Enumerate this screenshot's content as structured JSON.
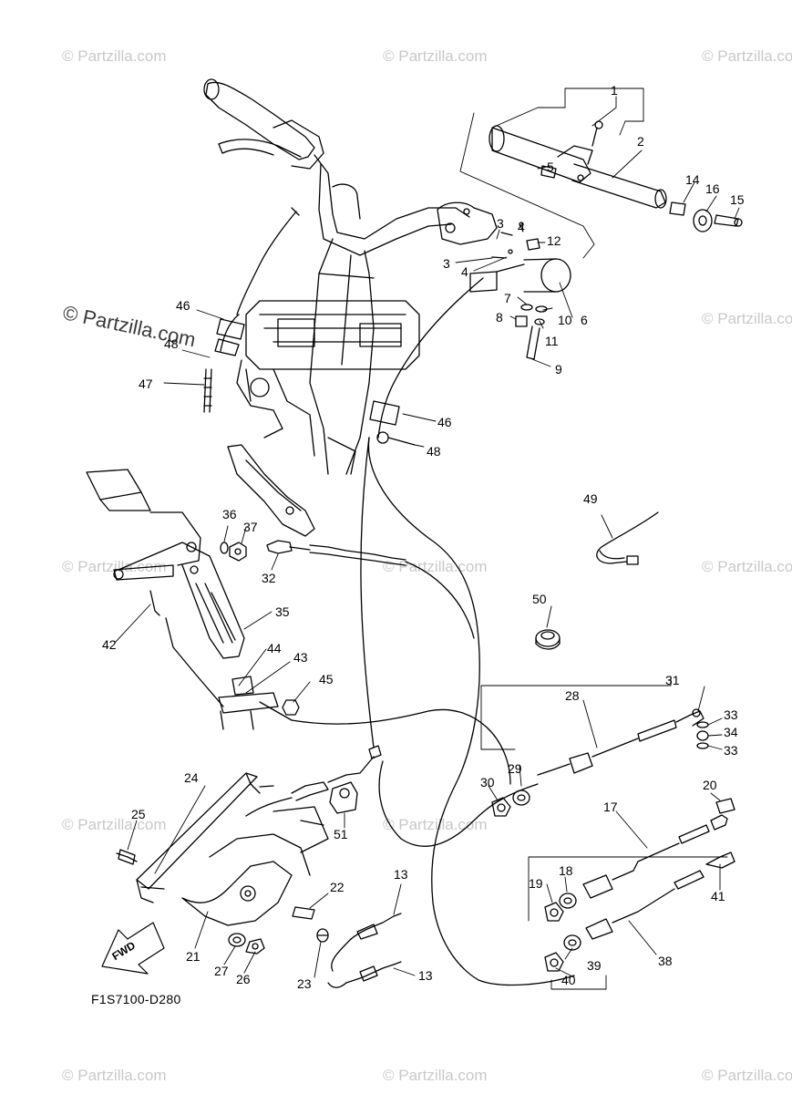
{
  "watermark": {
    "text": "© Partzilla.com",
    "prominent_text": "© Partzilla.com"
  },
  "diagram_code": "F1S7100-D280",
  "fwd_label": "FWD",
  "callouts": {
    "c1": "1",
    "c2": "2",
    "c3a": "3",
    "c3b": "3",
    "c4a": "4",
    "c4b": "4",
    "c5": "5",
    "c6": "6",
    "c7": "7",
    "c8": "8",
    "c9": "9",
    "c10": "10",
    "c11": "11",
    "c12": "12",
    "c13a": "13",
    "c13b": "13",
    "c14": "14",
    "c15": "15",
    "c16": "16",
    "c17": "17",
    "c18": "18",
    "c19": "19",
    "c20": "20",
    "c21": "21",
    "c22": "22",
    "c23": "23",
    "c24": "24",
    "c25": "25",
    "c26": "26",
    "c27": "27",
    "c28": "28",
    "c29": "29",
    "c30": "30",
    "c31": "31",
    "c32": "32",
    "c33a": "33",
    "c33b": "33",
    "c34": "34",
    "c35": "35",
    "c36": "36",
    "c37": "37",
    "c38": "38",
    "c39": "39",
    "c40": "40",
    "c41": "41",
    "c42": "42",
    "c43": "43",
    "c44": "44",
    "c45": "45",
    "c46a": "46",
    "c46b": "46",
    "c47": "47",
    "c48a": "48",
    "c48b": "48",
    "c49": "49",
    "c50": "50",
    "c51": "51"
  }
}
